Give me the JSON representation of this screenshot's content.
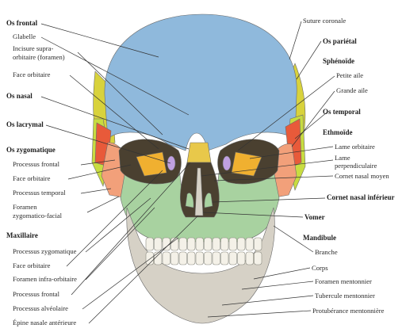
{
  "colors": {
    "frontal": "#8fb9dc",
    "parietal": "#d8d23c",
    "sphenoid": "#e85a3a",
    "temporal": "#c8dc40",
    "zygomatic": "#f2a07a",
    "maxilla": "#a8d2a0",
    "mandible": "#d6d1c6",
    "nasal": "#e8c84a",
    "orbit": "#4a4030",
    "ethmoid": "#f0b030",
    "lacrimal": "#c0a0e0"
  },
  "left_labels": [
    {
      "id": "frontal",
      "text": "Os frontal",
      "bold": true
    },
    {
      "id": "glabella",
      "text": "Glabelle",
      "bold": false
    },
    {
      "id": "supraorb1",
      "text": "Incisure supra-",
      "bold": false
    },
    {
      "id": "supraorb2",
      "text": "orbitaire (foramen)",
      "bold": false
    },
    {
      "id": "orbface",
      "text": "Face orbitaire",
      "bold": false
    },
    {
      "id": "nasal",
      "text": "Os nasal",
      "bold": true
    },
    {
      "id": "lacrimal",
      "text": "Os lacrymal",
      "bold": true
    },
    {
      "id": "zygo",
      "text": "Os zygomatique",
      "bold": true
    },
    {
      "id": "zfront",
      "text": "Processus frontal",
      "bold": false
    },
    {
      "id": "zorb",
      "text": "Face orbitaire",
      "bold": false
    },
    {
      "id": "ztemp",
      "text": "Processus temporal",
      "bold": false
    },
    {
      "id": "zfor1",
      "text": "Foramen",
      "bold": false
    },
    {
      "id": "zfor2",
      "text": "zygomatico-facial",
      "bold": false
    },
    {
      "id": "maxilla",
      "text": "Maxillaire",
      "bold": true
    },
    {
      "id": "mzyg",
      "text": "Processus zygomatique",
      "bold": false
    },
    {
      "id": "morb",
      "text": "Face orbitaire",
      "bold": false
    },
    {
      "id": "minfra",
      "text": "Foramen infra-orbitaire",
      "bold": false
    },
    {
      "id": "mfront",
      "text": "Processus frontal",
      "bold": false
    },
    {
      "id": "malv",
      "text": "Processus alvéolaire",
      "bold": false
    },
    {
      "id": "mspine",
      "text": "Épine nasale antérieure",
      "bold": false
    }
  ],
  "right_labels": [
    {
      "id": "coronal",
      "text": "Suture coronale",
      "bold": false
    },
    {
      "id": "parietal",
      "text": "Os pariétal",
      "bold": true
    },
    {
      "id": "sphenoid",
      "text": "Sphénoïde",
      "bold": true
    },
    {
      "id": "petite",
      "text": "Petite aile",
      "bold": false
    },
    {
      "id": "grande",
      "text": "Grande aile",
      "bold": false
    },
    {
      "id": "temporal",
      "text": "Os temporal",
      "bold": true
    },
    {
      "id": "ethmoid",
      "text": "Ethmoïde",
      "bold": true
    },
    {
      "id": "lamorb",
      "text": "Lame orbitaire",
      "bold": false
    },
    {
      "id": "lamperp1",
      "text": "Lame",
      "bold": false
    },
    {
      "id": "lamperp2",
      "text": "perpendiculaire",
      "bold": false
    },
    {
      "id": "cornet_moy",
      "text": "Cornet nasal moyen",
      "bold": false
    },
    {
      "id": "cornet_inf",
      "text": "Cornet nasal inférieur",
      "bold": true
    },
    {
      "id": "vomer",
      "text": "Vomer",
      "bold": true
    },
    {
      "id": "mandible",
      "text": "Mandibule",
      "bold": true
    },
    {
      "id": "branche",
      "text": "Branche",
      "bold": false
    },
    {
      "id": "corps",
      "text": "Corps",
      "bold": false
    },
    {
      "id": "formento",
      "text": "Foramen mentonnier",
      "bold": false
    },
    {
      "id": "tuber",
      "text": "Tubercule mentonnier",
      "bold": false
    },
    {
      "id": "protub",
      "text": "Protubérance mentonnière",
      "bold": false
    }
  ]
}
